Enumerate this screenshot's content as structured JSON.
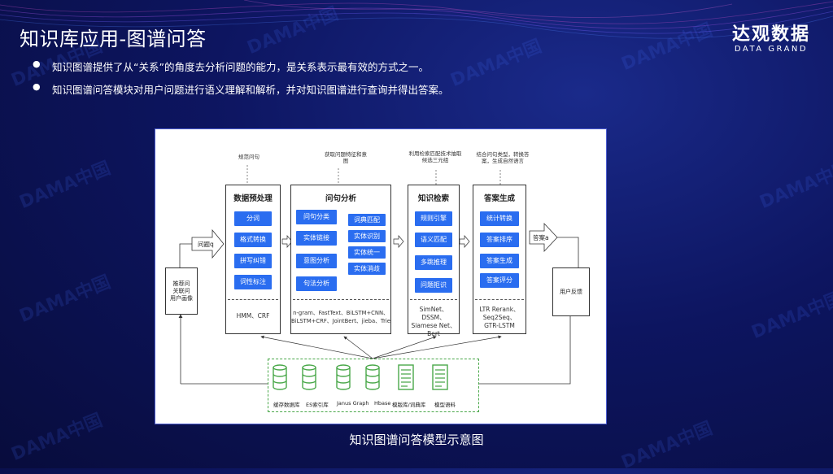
{
  "slide": {
    "title": "知识库应用-图谱问答",
    "brand_cn": "达观数据",
    "brand_en": "DATA GRAND",
    "watermark": "DAMA中国",
    "bullets": [
      "知识图谱提供了从“关系”的角度去分析问题的能力，是关系表示最有效的方式之一。",
      "知识图谱问答模块对用户问题进行语义理解和解析，并对知识图谱进行查询并得出答案。"
    ],
    "caption": "知识图谱问答模型示意图"
  },
  "diagram": {
    "input_label": "问题q",
    "output_label": "答案a",
    "left_box": "推荐问\n关联问\n用户画像",
    "right_box": "用户反馈",
    "columns": [
      {
        "title": "数据预处理",
        "cloud": "规范问句",
        "items": [
          "分词",
          "格式转换",
          "拼写纠错",
          "词性标注"
        ],
        "tech": "HMM、CRF"
      },
      {
        "title": "问句分析",
        "cloud": "获取问题特征和意图",
        "items": [
          "问句分类",
          "实体链接",
          "意图分析",
          "句法分析"
        ],
        "sub_items": [
          "词典匹配",
          "实体识别",
          "实体统一",
          "实体消歧"
        ],
        "tech": "n-gram、FastText、BiLSTM+CNN、\nBiLSTM+CRF、JointBert、jieba、Trie"
      },
      {
        "title": "知识检索",
        "cloud": "利用检索匹配技术抽取候选三元组",
        "items": [
          "规则引擎",
          "语义匹配",
          "多跳推理",
          "问题拒识"
        ],
        "tech": "SimNet、DSSM、\nSiamese Net、\nBert"
      },
      {
        "title": "答案生成",
        "cloud": "结合问句类型，转换答案，生成自然语言",
        "items": [
          "统计转换",
          "答案排序",
          "答案生成",
          "答案评分"
        ],
        "tech": "LTR Rerank、\nSeq2Seq、\nGTR-LSTM"
      }
    ],
    "storage": [
      "缓存数据库",
      "ES索引库",
      "Janus Graph",
      "Hbase",
      "模版库/词典库",
      "模型语料"
    ]
  },
  "colors": {
    "accent_blue": "#2a6df0",
    "storage_green": "#4aa84a",
    "background": "#0d1560"
  }
}
